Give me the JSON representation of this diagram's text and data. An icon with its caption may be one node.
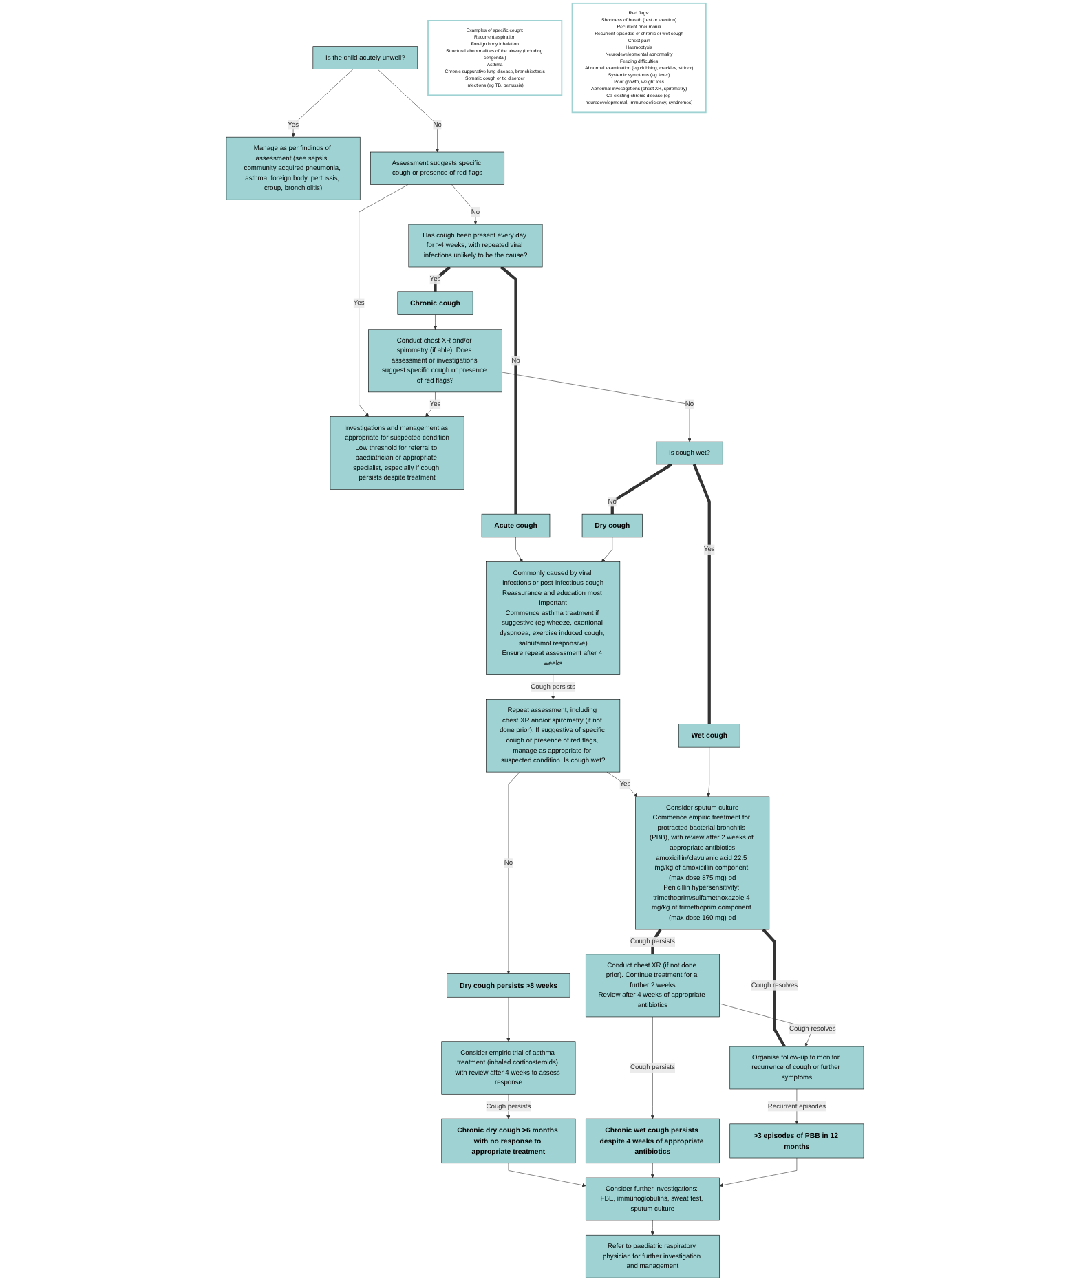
{
  "diagram": {
    "nodes": [
      {
        "text": [
          "Is the child acutely unwell?"
        ]
      },
      {
        "text": [
          "Manage as per findings of assessment (see sepsis, community acquired pneumonia, asthma, foreign body, pertussis, croup, bronchiolitis)"
        ]
      },
      {
        "text": [
          "Assessment suggests specific cough or presence of red flags"
        ]
      },
      {
        "text": [
          "Investigations and management as appropriate for suspected condition",
          "Low threshold for referral to paediatrician or appropriate specialist, especially if cough persists despite treatment"
        ]
      },
      {
        "text": [
          "Has cough been present every day for >4 weeks, with repeated viral infections unlikely to be the cause?"
        ]
      },
      {
        "text": [
          "Acute cough"
        ]
      },
      {
        "text": [
          "Chronic cough"
        ]
      },
      {
        "text": [
          "Conduct chest XR and/or spirometry (if able). Does assessment or investigations suggest specific cough or presence of red flags?"
        ]
      },
      {
        "text": [
          "Examples of specific cough:",
          "Recurrent aspiration",
          "Foreign body inhalation",
          "Structural abnormalities of the airway (including congenital)",
          "Asthma",
          "Chronic suppurative lung disease, bronchiectasis",
          "Somatic cough or tic disorder",
          "Infections (eg TB, pertussis)"
        ]
      },
      {
        "text": [
          "Red flags:",
          "Shortness of breath (rest or exertion)",
          "Recurrent pneumonia",
          "Recurrent episodes of chronic or wet cough",
          "Chest pain",
          "Haemoptysis",
          "Neurodevelopmental abnormality",
          "Feeding difficulties",
          "Abnormal examination (eg clubbing, crackles, stridor)",
          "Systemic symptoms (eg fever)",
          "Poor growth, weight loss",
          "Abnormal investigations (chest XR, spirometry)",
          "Co-existing chronic disease (eg neurodevelopmental, immunodeficiency, syndromes)"
        ]
      },
      {
        "text": [
          "Is cough wet?"
        ]
      },
      {
        "text": [
          "Dry cough"
        ]
      },
      {
        "text": [
          "Wet cough"
        ]
      },
      {
        "text": [
          "Commonly caused by viral infections or post-infectious cough",
          "Reassurance and education most important",
          "Commence asthma treatment if suggestive (eg wheeze, exertional dyspnoea, exercise induced cough, salbutamol responsive)",
          "Ensure repeat assessment after 4 weeks"
        ]
      },
      {
        "text": [
          "Repeat assessment, including chest XR and/or spirometry (if not done prior). If suggestive of specific cough or presence of red flags, manage as appropriate for suspected condition. Is cough wet?"
        ]
      },
      {
        "text": [
          "Consider sputum culture",
          "Commence empiric treatment for protracted bacterial bronchitis (PBB), with review after 2 weeks of appropriate antibiotics",
          "amoxicillin/clavulanic acid 22.5 mg/kg of amoxicillin component (max dose 875 mg) bd",
          "Penicillin hypersensitivity: trimethoprim/sulfamethoxazole 4 mg/kg of trimethoprim component (max dose 160 mg) bd"
        ]
      },
      {
        "text": [
          "Dry cough persists >8 weeks"
        ]
      },
      {
        "text": [
          "Consider empiric trial of asthma treatment (inhaled corticosteroids) with review after 4 weeks to assess response"
        ]
      },
      {
        "text": [
          "Conduct chest XR (if not done prior). Continue treatment for a further 2 weeks",
          "Review after 4 weeks of appropriate antibiotics"
        ]
      },
      {
        "text": [
          "Organise follow-up to monitor recurrence of cough or further symptoms"
        ]
      },
      {
        "text": [
          "Chronic dry cough >6 months with no response to appropriate treatment"
        ]
      },
      {
        "text": [
          "Chronic wet cough persists despite 4 weeks of appropriate antibiotics"
        ]
      },
      {
        "text": [
          ">3 episodes of PBB in 12 months"
        ]
      },
      {
        "text": [
          "Consider further investigations: FBE, immunoglobulins, sweat test, sputum culture"
        ]
      },
      {
        "text": [
          "Refer to paediatric respiratory physician for further investigation and management"
        ]
      }
    ],
    "edges": [
      {
        "from": 0,
        "to": 1,
        "arrow": "to",
        "label": "Yes"
      },
      {
        "from": 0,
        "to": 2,
        "arrow": "to",
        "label": "No"
      },
      {
        "from": 2,
        "to": 3,
        "arrow": "to",
        "label": "Yes"
      },
      {
        "from": 2,
        "to": 4,
        "arrow": "to",
        "label": "No"
      },
      {
        "from": 4,
        "to": 5,
        "arrow": "none",
        "label": "No",
        "style": "thick"
      },
      {
        "from": 4,
        "to": 6,
        "arrow": "none",
        "label": "Yes",
        "style": "thick"
      },
      {
        "from": 6,
        "to": 7,
        "arrow": "to"
      },
      {
        "from": 7,
        "to": 3,
        "arrow": "to",
        "label": "Yes"
      },
      {
        "from": 7,
        "to": 10,
        "arrow": "to",
        "label": "No"
      },
      {
        "from": 10,
        "to": 11,
        "arrow": "none",
        "label": "No",
        "style": "thick"
      },
      {
        "from": 10,
        "to": 12,
        "arrow": "none",
        "label": "Yes",
        "style": "thick"
      },
      {
        "from": 5,
        "to": 13,
        "arrow": "to"
      },
      {
        "from": 11,
        "to": 13,
        "arrow": "to"
      },
      {
        "from": 13,
        "to": 14,
        "arrow": "to",
        "label": "Cough persists"
      },
      {
        "from": 14,
        "to": 15,
        "arrow": "to",
        "label": "Yes"
      },
      {
        "from": 14,
        "to": 16,
        "arrow": "to",
        "label": "No"
      },
      {
        "from": 12,
        "to": 15,
        "arrow": "to"
      },
      {
        "from": 15,
        "to": 18,
        "arrow": "none",
        "label": "Cough persists",
        "style": "thick"
      },
      {
        "from": 15,
        "to": 19,
        "arrow": "none",
        "label": "Cough resolves",
        "style": "thick"
      },
      {
        "from": 18,
        "to": 19,
        "arrow": "to",
        "label": "Cough resolves"
      },
      {
        "from": 18,
        "to": 21,
        "arrow": "to",
        "label": "Cough persists"
      },
      {
        "from": 19,
        "to": 22,
        "arrow": "to",
        "label": "Recurrent episodes"
      },
      {
        "from": 16,
        "to": 17,
        "arrow": "to"
      },
      {
        "from": 17,
        "to": 20,
        "arrow": "to",
        "label": "Cough persists"
      },
      {
        "from": 20,
        "to": 23,
        "arrow": "to"
      },
      {
        "from": 21,
        "to": 23,
        "arrow": "to"
      },
      {
        "from": 22,
        "to": 23,
        "arrow": "to"
      },
      {
        "from": 23,
        "to": 24,
        "arrow": "to"
      }
    ]
  }
}
